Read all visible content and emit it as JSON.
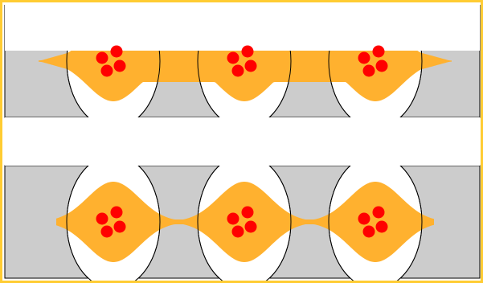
{
  "diagram": {
    "colors": {
      "frame": "#ffcc33",
      "background": "#ffffff",
      "barrier": "#cccccc",
      "outline": "#000000",
      "wave": "#ffb12f",
      "dot": "#ff0000"
    },
    "panels": [
      {
        "name": "top-panel",
        "sites": 3,
        "dots_per_site": 4,
        "wave_profile": "connected"
      },
      {
        "name": "bottom-panel",
        "sites": 3,
        "dots_per_site": 4,
        "wave_profile": "pinched"
      }
    ]
  }
}
